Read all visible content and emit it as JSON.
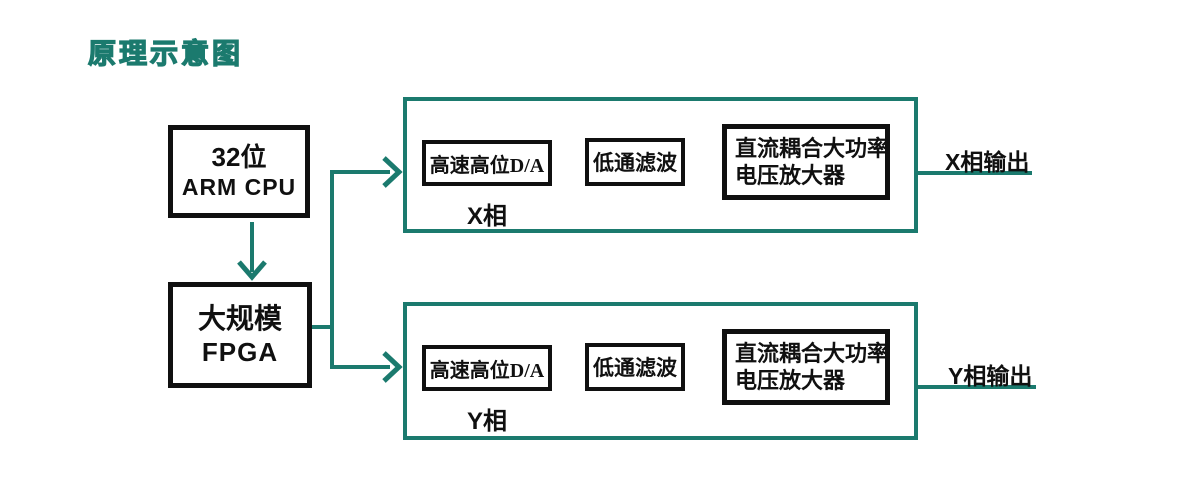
{
  "title": "原理示意图",
  "colors": {
    "accent": "#1b7a6e",
    "box_border": "#101010",
    "background": "#ffffff"
  },
  "cpu_box": {
    "line1": "32位",
    "line2": "ARM CPU"
  },
  "fpga_box": {
    "line1": "大规模",
    "line2": "FPGA"
  },
  "channels": [
    {
      "da_label": "高速高位D/A",
      "filter_label": "低通滤波",
      "amp_line1": "直流耦合大功率",
      "amp_line2": "电压放大器",
      "phase_label": "X相",
      "output_label": "X相输出"
    },
    {
      "da_label": "高速高位D/A",
      "filter_label": "低通滤波",
      "amp_line1": "直流耦合大功率",
      "amp_line2": "电压放大器",
      "phase_label": "Y相",
      "output_label": "Y相输出"
    }
  ]
}
